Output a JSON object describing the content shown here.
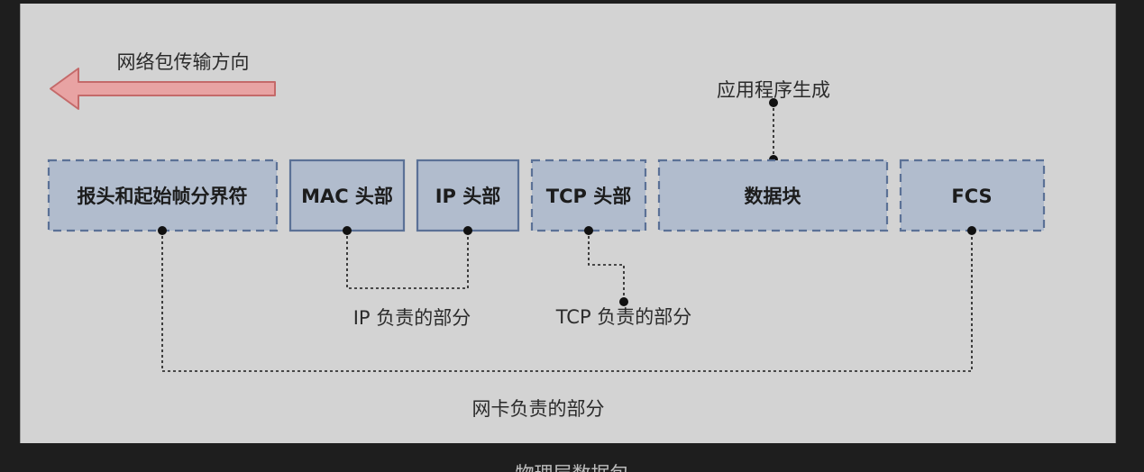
{
  "direction_label": "网络包传输方向",
  "app_label": "应用程序生成",
  "segments": [
    {
      "id": "preamble",
      "label": "报头和起始帧分界符",
      "border": "dashed"
    },
    {
      "id": "mac",
      "label": "MAC 头部",
      "border": "solid"
    },
    {
      "id": "ip",
      "label": "IP 头部",
      "border": "solid"
    },
    {
      "id": "tcp",
      "label": "TCP 头部",
      "border": "dashed"
    },
    {
      "id": "data",
      "label": "数据块",
      "border": "dashed"
    },
    {
      "id": "fcs",
      "label": "FCS",
      "border": "dashed"
    }
  ],
  "responsibility": {
    "ip": "IP 负责的部分",
    "tcp": "TCP 负责的部分",
    "nic": "网卡负责的部分"
  },
  "caption": "物理层数据包",
  "colors": {
    "panel": "#d3d3d3",
    "box_fill": "#b1bccd",
    "box_border": "#5b7196",
    "arrow_fill": "#e8a3a3",
    "arrow_border": "#c46a6a",
    "connector": "#1a1a1a"
  }
}
